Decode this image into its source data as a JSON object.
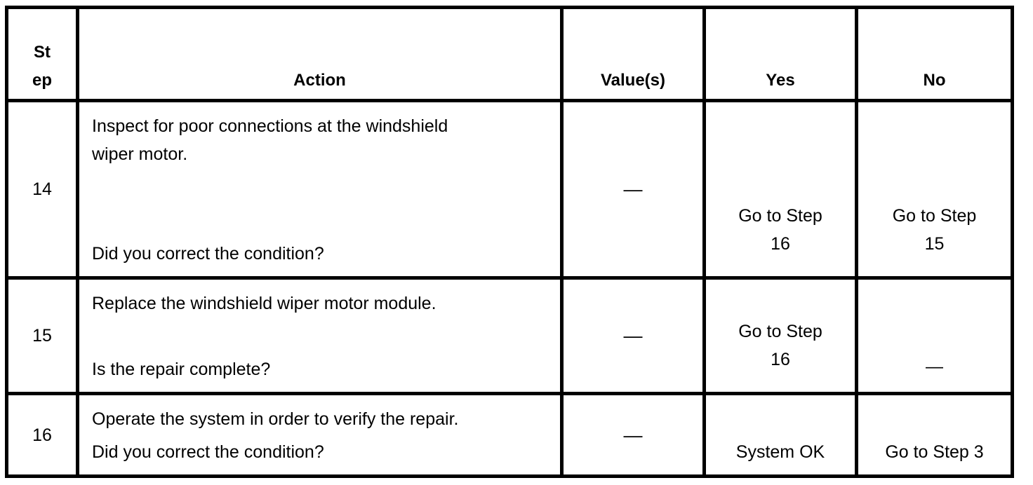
{
  "page": {
    "background": "#ffffff",
    "line_color": "#000000",
    "text_color": "#000000"
  },
  "table": {
    "header": {
      "step": [
        "St",
        "ep"
      ],
      "action": "Action",
      "values": "Value(s)",
      "yes": "Yes",
      "no": "No"
    },
    "rows": [
      {
        "step": "14",
        "action": [
          "Inspect for poor connections at the windshield",
          "wiper motor."
        ],
        "question": "Did you correct the condition?",
        "value": "—",
        "yes": [
          "Go to Step",
          "16"
        ],
        "no": [
          "Go to Step",
          "15"
        ]
      },
      {
        "step": "15",
        "action": [
          "Replace the windshield wiper motor module."
        ],
        "question": "Is the repair complete?",
        "value": "—",
        "yes": [
          "Go to Step",
          "16"
        ],
        "no": [
          "—"
        ]
      },
      {
        "step": "16",
        "action": [
          "Operate the system in order to verify the repair."
        ],
        "question": "Did you correct the condition?",
        "value": "—",
        "yes": [
          "System OK"
        ],
        "no": [
          "Go to Step 3"
        ]
      }
    ]
  }
}
